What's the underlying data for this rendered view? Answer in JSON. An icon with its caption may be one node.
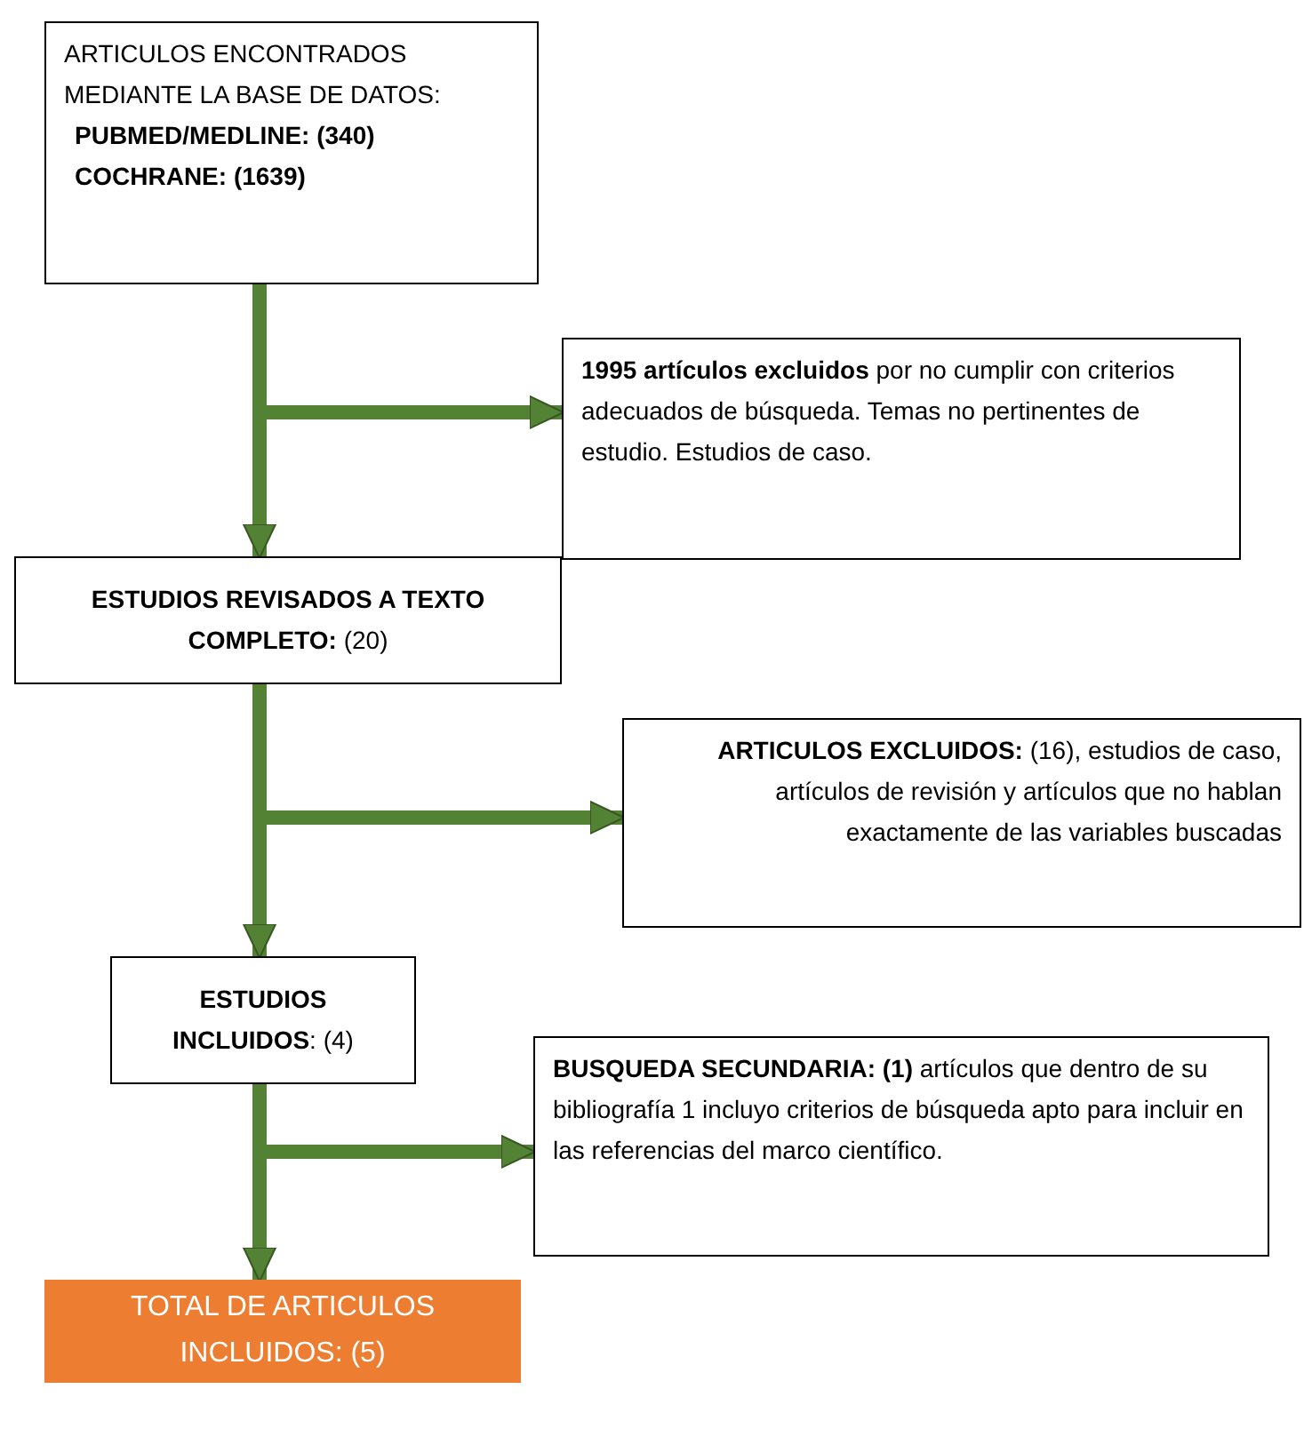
{
  "diagram": {
    "nodes": [
      {
        "text": [
          "ARTICULOS ENCONTRADOS MEDIANTE LA BASE DE DATOS:",
          "PUBMED/MEDLINE: (340)",
          "COCHRANE: (1639)"
        ]
      },
      {
        "text": [
          "**1995 artículos excluidos** por no cumplir con criterios adecuados de búsqueda. Temas no pertinentes de estudio. Estudios de caso."
        ]
      },
      {
        "text": [
          "**ESTUDIOS REVISADOS A TEXTO COMPLETO:** (20)"
        ]
      },
      {
        "text": [
          "**ARTICULOS EXCLUIDOS:** (16), estudios de caso, artículos de revisión y artículos que no hablan exactamente de las variables buscadas"
        ]
      },
      {
        "text": [
          "**ESTUDIOS INCLUIDOS**: (4)"
        ]
      },
      {
        "text": [
          "**BUSQUEDA SECUNDARIA: (1)** artículos que dentro de su bibliografía 1 incluyo criterios de búsqueda apto para incluir en las referencias del marco científico."
        ]
      },
      {
        "text": [
          "TOTAL DE ARTICULOS INCLUIDOS: (5)"
        ]
      }
    ],
    "edges": [
      {
        "from": 0,
        "to": 2,
        "arrow": "to"
      },
      {
        "from": 0,
        "to": 1,
        "arrow": "to"
      },
      {
        "from": 2,
        "to": 4,
        "arrow": "to"
      },
      {
        "from": 2,
        "to": 3,
        "arrow": "to"
      },
      {
        "from": 4,
        "to": 6,
        "arrow": "to"
      },
      {
        "from": 4,
        "to": 5,
        "arrow": "to"
      }
    ]
  }
}
